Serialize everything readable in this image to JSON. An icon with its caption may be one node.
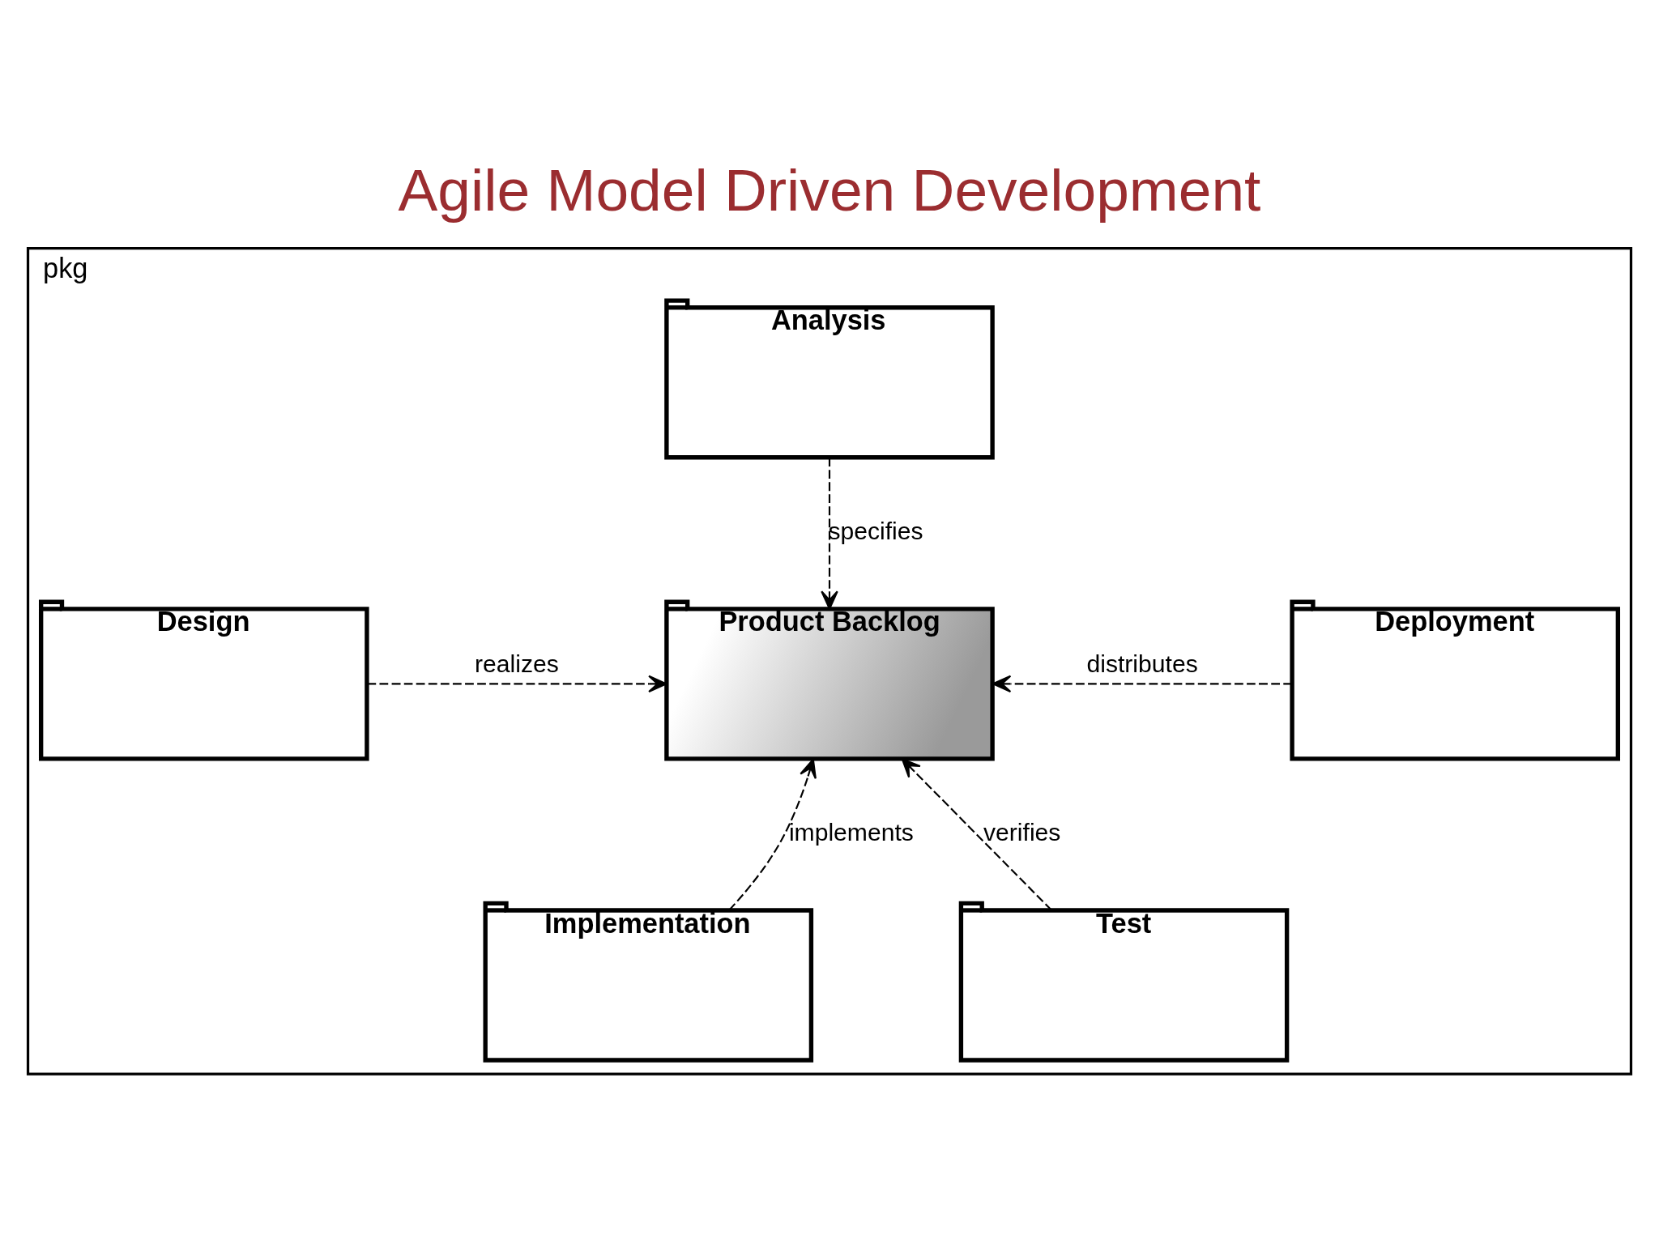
{
  "diagram": {
    "title": "Agile Model Driven Development",
    "nodes": [
      {
        "text": [
          "pkg"
        ]
      },
      {
        "text": [
          "Analysis"
        ],
        "in": 0
      },
      {
        "text": [
          "Design"
        ],
        "in": 0
      },
      {
        "text": [
          "Product Backlog"
        ],
        "in": 0
      },
      {
        "text": [
          "Deployment"
        ],
        "in": 0
      },
      {
        "text": [
          "Implementation"
        ],
        "in": 0
      },
      {
        "text": [
          "Test"
        ],
        "in": 0
      }
    ],
    "edges": [
      {
        "from": 1,
        "to": 3,
        "arrow": "to",
        "style": "dashed",
        "label": "specifies"
      },
      {
        "from": 2,
        "to": 3,
        "arrow": "to",
        "style": "dashed",
        "label": "realizes"
      },
      {
        "from": 4,
        "to": 3,
        "arrow": "to",
        "style": "dashed",
        "label": "distributes"
      },
      {
        "from": 5,
        "to": 3,
        "arrow": "to",
        "style": "dashed",
        "label": "implements"
      },
      {
        "from": 6,
        "to": 3,
        "arrow": "to",
        "style": "dashed",
        "label": "verifies"
      }
    ]
  }
}
